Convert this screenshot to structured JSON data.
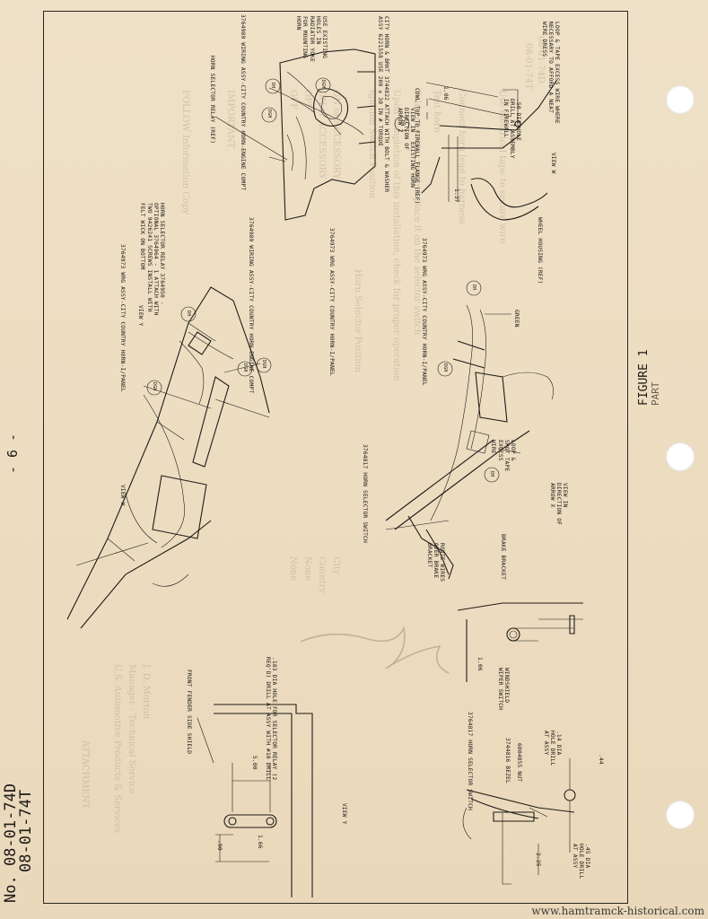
{
  "header": {
    "doc_number_line1": "No. 08-01-74D",
    "doc_number_line2": "08-01-74T",
    "page_number": "- 6 -",
    "figure_title": "FIGURE 1",
    "figure_subtitle": "PART"
  },
  "labels": {
    "top_left": {
      "horn_selector_relay_ref": "HORN SELECTOR RELAY (REF)",
      "wiring_assy_engine": "3764989 WIRING ASSY-CITY COUNTRY HORN-ENGINE COMPT",
      "use_existing_holes": "USE EXISTING HOLES IN RADIATOR YOKE FOR MOUNTING HORN",
      "city_horn_bracket": "CITY HORN & BRKT 3744822 ATTACH WITH BOLT & WASHER ASSY 6221558 USE 200 ± 30 IN # TORQUE",
      "view_direction_z": "VIEW IN DIRECTION OF ARROW Z",
      "existing_horn": "EXISTING HORN",
      "cowl_top": "COWL TOP TO FIREWALL FLANGE (REF)"
    },
    "top_right": {
      "dim_106": "1.06",
      "dim_137": "1.37",
      "dia_hole": ".50 DIA HOLE DRILL AT ASSEMBLY IN FIREWALL",
      "loop_tape": "LOOP & TAPE EXCESS WIRE WHERE NECESSARY TO AFFORD A NEAT WIRE DRESS",
      "view_w": "VIEW W",
      "wheel_housing": "WHEEL HOUSING (REF)"
    },
    "middle_left": {
      "wrg_assy_panel": "3764973 WRG ASSY-CITY COUNTRY HORN-I/PANEL",
      "horn_selector_relay_block": "HORN SELECTOR RELAY 3764950 - OPTIONAL 3764964 - 1 ATTACH WITH TWO 9426241 SCREWS INSTALL WITH FELT WICK ON BOTTOM",
      "view_y": "VIEW Y",
      "wiring_assy_engine_2": "3764989 WIRING ASSY-CITY COUNTRY HORN-ENGINE COMPT",
      "wrg_assy_panel_2": "3764973 WRG ASSY-CITY COUNTRY HORN-I/PANEL",
      "view_w_arrow": "VIEW W"
    },
    "middle_right": {
      "wrg_assy_panel_3": "3764973 WRG ASSY-CITY COUNTRY HORN-I/PANEL",
      "green": "GREEN",
      "loop_spot_tape": "LOOP & SPOT TAPE EXCESS WIRE",
      "horn_selector_switch": "3764817 HORN SELECTOR SWITCH",
      "view_direction_x": "VIEW IN DIRECTION OF ARROW X",
      "route_wires": "ROUTE WIRES OVER BRAKE BRACKET",
      "brake_bracket": "BRAKE BRACKET"
    },
    "bottom_left": {
      "front_fender": "FRONT FENDER SIDE SHIELD",
      "dim_500": "5.00",
      "hole_selector_relay": ".183 DIA HOLE FOR SELECTOR RELAY (2 REQ'D) DRILL AT ASSY WITH #10 DRILL",
      "view_y": "VIEW Y",
      "dim_90": ".90",
      "dim_166": "1.66"
    },
    "bottom_right": {
      "dim_106_b": "1.06",
      "windshield_wiper": "WINDSHIELD WIPER SWITCH",
      "horn_selector_switch_b": "3764817 HORN SELECTOR SWITCH",
      "bezel": "3744816 BEZEL",
      "nut": "6004055 NUT",
      "dia_14": ".14 DIA HOLE DRILL AT ASSY",
      "dim_44": ".44",
      "dia_45": ".45 DIA HOLE DRILL AT ASSY",
      "dim_225": "2.25"
    }
  },
  "callouts": {
    "c1": "DH",
    "c2": "DGH",
    "c3": "DGH",
    "c4": "DH",
    "c5": "DGH",
    "c6": "DH",
    "c7": "DGH",
    "c8": "DGH",
    "c9": "DGH",
    "c10": "DH",
    "c11": "DH"
  },
  "bleed_through": {
    "b1": "08-01-74D",
    "b2": "08-01-74T",
    "b3": "Use electrical tape to secure wire",
    "b4": "Fold connector tag and place it on the selector switch",
    "b5": "Connect horn lead to harness",
    "b6": "Test horn",
    "b7": "Upon completion of this installation, check for proper operation",
    "b8": "Ignition Switch Position",
    "b9": "Horn Selector Position",
    "b10": "ON or ACCESSORY",
    "b11": "ON or ACCESSORY",
    "b12": "OFF",
    "b13": "OFF",
    "b14": "City",
    "b15": "Country",
    "b16": "None",
    "b17": "None",
    "b18": "IMPORTANT",
    "b19": "FOLLOW Information Copy",
    "b20": "J. D. Morton",
    "b21": "Manager - Technical Service",
    "b22": "U.S. Automotive Products & Services",
    "b23": "ATTACHMENT"
  },
  "footer": {
    "website": "www.hamtramck-historical.com"
  }
}
